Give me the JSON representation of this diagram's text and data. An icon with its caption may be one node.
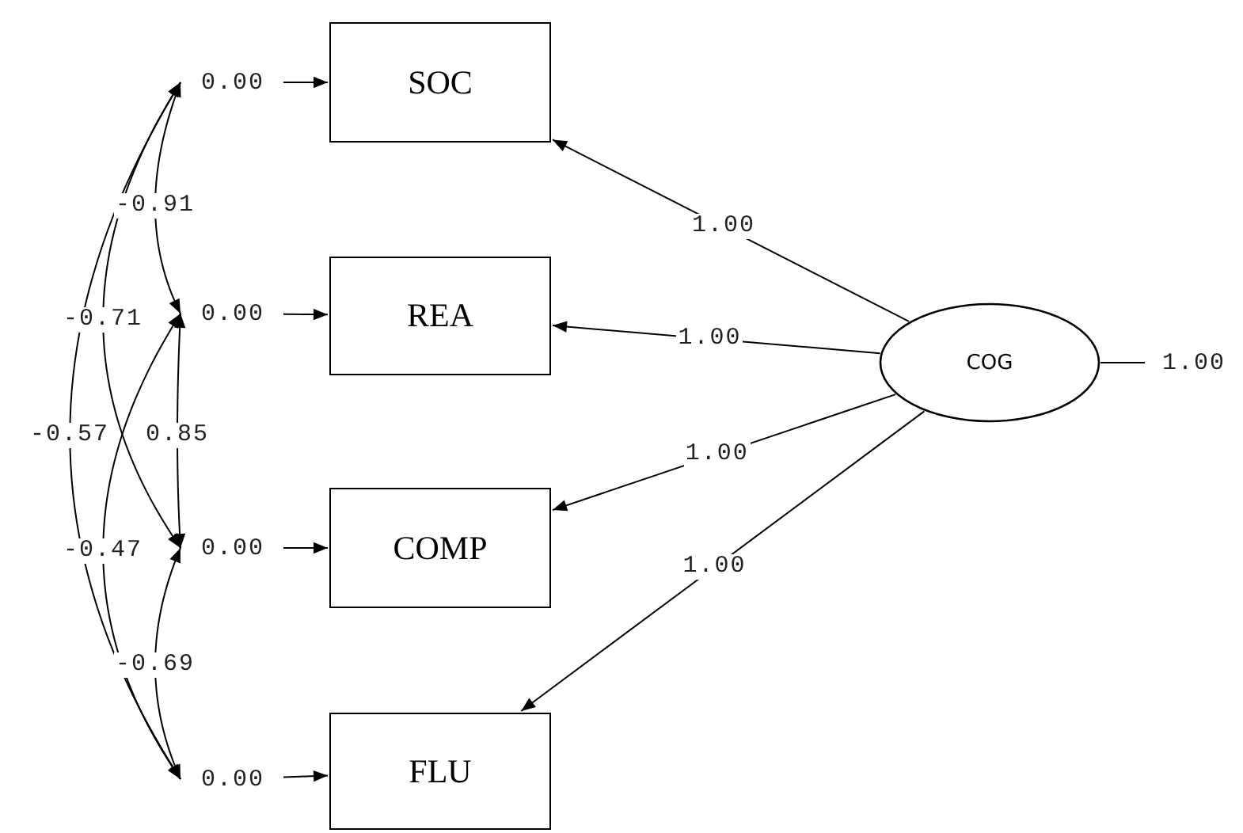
{
  "diagram": {
    "nodes": [
      {
        "text": [
          "0.00"
        ]
      },
      {
        "text": [
          "SOC"
        ]
      },
      {
        "text": [
          "0.00"
        ]
      },
      {
        "text": [
          "REA"
        ]
      },
      {
        "text": [
          "0.00"
        ]
      },
      {
        "text": [
          "COMP"
        ]
      },
      {
        "text": [
          "0.00"
        ]
      },
      {
        "text": [
          "FLU"
        ]
      },
      {
        "text": [
          "COG"
        ]
      },
      {
        "text": [
          "1.00"
        ]
      }
    ],
    "edges": [
      {
        "from": 0,
        "to": 1,
        "arrow": "to"
      },
      {
        "from": 2,
        "to": 3,
        "arrow": "to"
      },
      {
        "from": 4,
        "to": 5,
        "arrow": "to"
      },
      {
        "from": 6,
        "to": 7,
        "arrow": "to"
      },
      {
        "from": 8,
        "to": 1,
        "arrow": "to",
        "label": "1.00"
      },
      {
        "from": 8,
        "to": 3,
        "arrow": "to",
        "label": "1.00"
      },
      {
        "from": 8,
        "to": 5,
        "arrow": "to",
        "label": "1.00"
      },
      {
        "from": 8,
        "to": 7,
        "arrow": "to",
        "label": "1.00"
      },
      {
        "from": 8,
        "to": 9,
        "arrow": "none"
      },
      {
        "from": 0,
        "to": 2,
        "arrow": "both",
        "label": "-0.91"
      },
      {
        "from": 0,
        "to": 4,
        "arrow": "both",
        "label": "-0.71"
      },
      {
        "from": 0,
        "to": 6,
        "arrow": "both",
        "label": "-0.57"
      },
      {
        "from": 2,
        "to": 4,
        "arrow": "both",
        "label": "0.85"
      },
      {
        "from": 2,
        "to": 6,
        "arrow": "both",
        "label": "-0.47"
      },
      {
        "from": 4,
        "to": 6,
        "arrow": "both",
        "label": "-0.69"
      }
    ]
  }
}
